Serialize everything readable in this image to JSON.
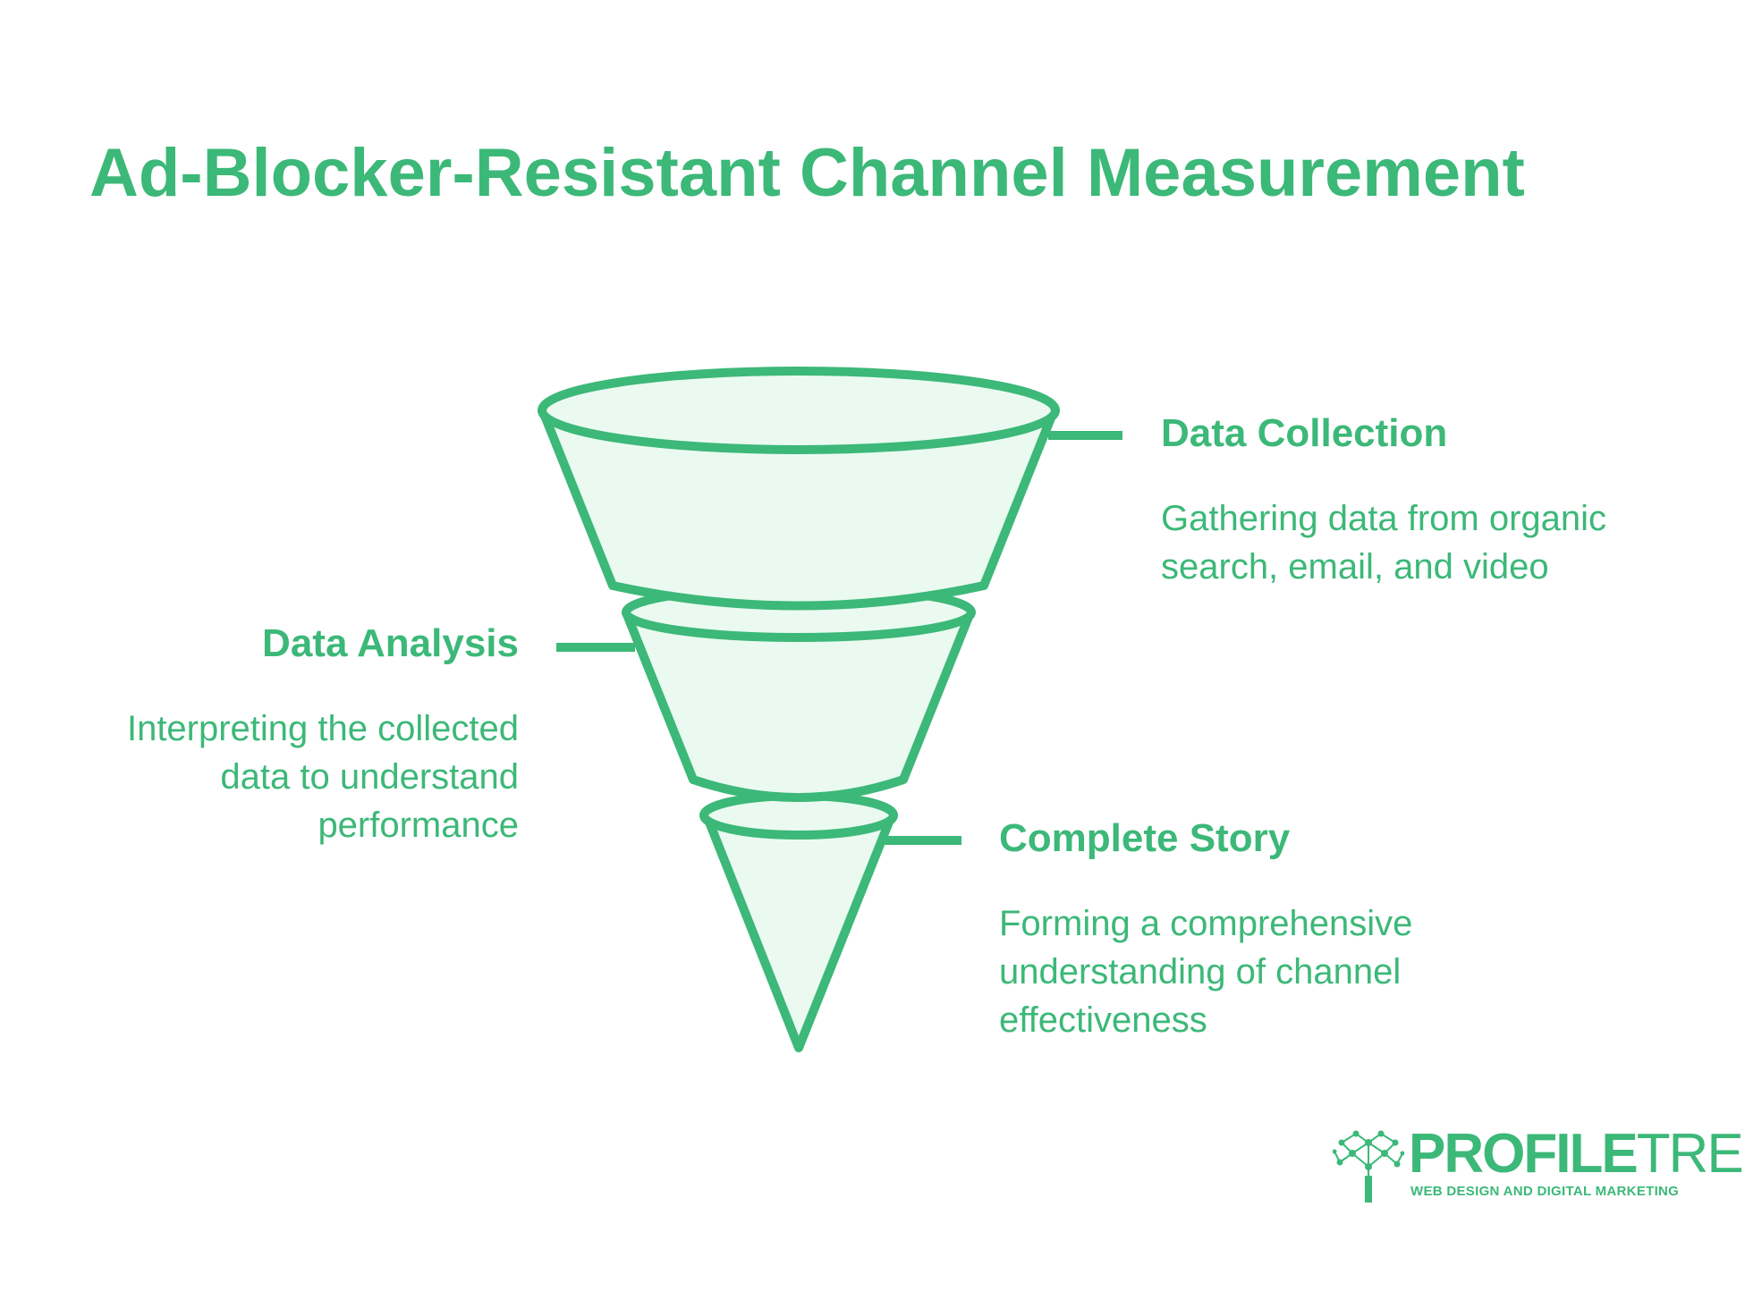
{
  "title": "Ad-Blocker-Resistant Channel Measurement",
  "colors": {
    "accent": "#3cb878",
    "funnel_fill": "#eafaf1",
    "background": "#ffffff"
  },
  "stages": [
    {
      "heading": "Data Collection",
      "description": "Gathering data from organic search, email, and video"
    },
    {
      "heading": "Data Analysis",
      "description": "Interpreting the collected data to understand performance"
    },
    {
      "heading": "Complete Story",
      "description": "Forming a comprehensive understanding of channel effectiveness"
    }
  ],
  "logo": {
    "name_bold": "PROFILE",
    "name_light": "TREE",
    "tagline": "WEB DESIGN AND DIGITAL MARKETING",
    "icon": "tree-network-icon"
  }
}
